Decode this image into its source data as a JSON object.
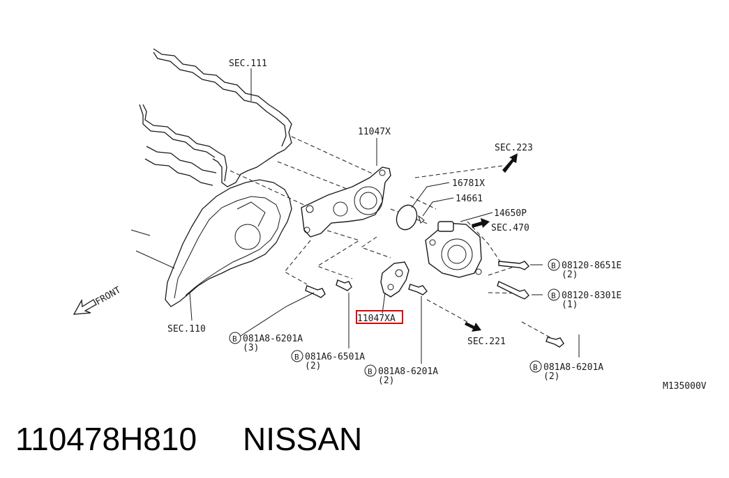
{
  "diagram_code": "M135000V",
  "part_number": "110478H810",
  "brand": "NISSAN",
  "front_label": "FRONT",
  "highlight_color": "#e00000",
  "labels": {
    "sec111": "SEC.111",
    "sec110": "SEC.110",
    "sec223": "SEC.223",
    "sec470": "SEC.470",
    "sec221": "SEC.221",
    "p11047x": "11047X",
    "p11047xa": "11047XA",
    "p16781x": "16781X",
    "p14661": "14661",
    "p14650p": "14650P"
  },
  "bolts": [
    {
      "code": "081A8-6201A",
      "qty": "(3)"
    },
    {
      "code": "081A6-6501A",
      "qty": "(2)"
    },
    {
      "code": "081A8-6201A",
      "qty": "(2)"
    },
    {
      "code": "08120-8651E",
      "qty": "(2)"
    },
    {
      "code": "08120-8301E",
      "qty": "(1)"
    },
    {
      "code": "081A8-6201A",
      "qty": "(2)"
    }
  ],
  "bolt_marker": "B"
}
